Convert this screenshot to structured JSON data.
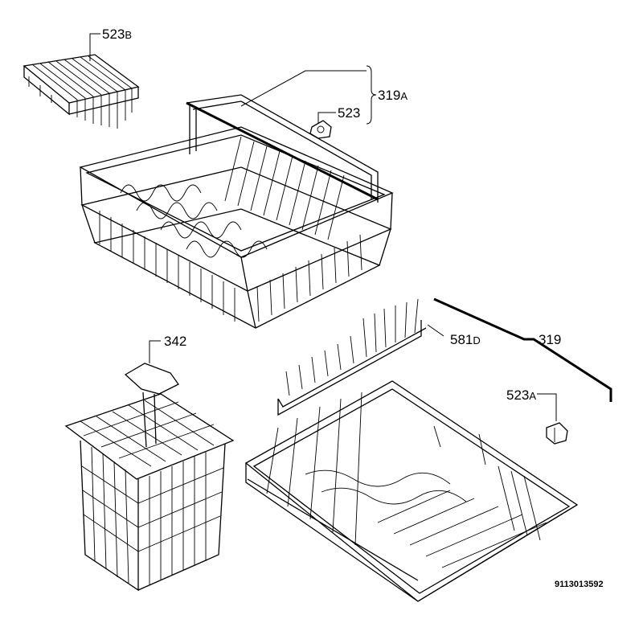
{
  "labels": {
    "part_523b": {
      "num": "523",
      "suffix": "B"
    },
    "part_319a": {
      "num": "319",
      "suffix": "A"
    },
    "part_523": {
      "num": "523"
    },
    "part_342": {
      "num": "342"
    },
    "part_581d": {
      "num": "581",
      "suffix": "D"
    },
    "part_319": {
      "num": "319"
    },
    "part_523a": {
      "num": "523",
      "suffix": "A"
    }
  },
  "document_number": "9113013592"
}
